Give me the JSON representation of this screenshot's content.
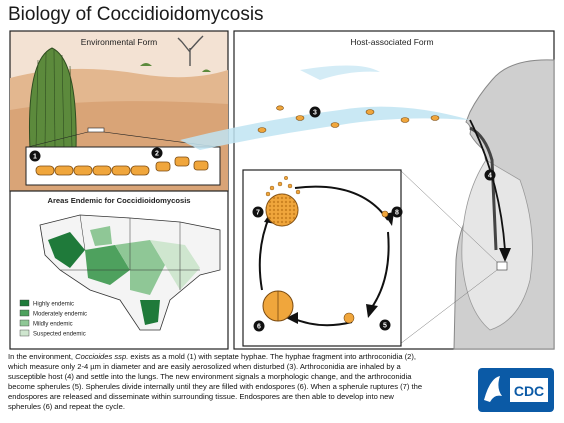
{
  "title": "Biology of Coccidioidomycosis",
  "panels": {
    "environmental": "Environmental Form",
    "host": "Host-associated Form",
    "endemic": "Areas Endemic for Coccidioidomycosis"
  },
  "legend": [
    {
      "label": "Highly endemic",
      "color": "#1f7a3a"
    },
    {
      "label": "Moderately endemic",
      "color": "#4ea15e"
    },
    {
      "label": "Mildly endemic",
      "color": "#8fc796"
    },
    {
      "label": "Suspected endemic",
      "color": "#cfe6cf"
    }
  ],
  "steps": [
    "1",
    "2",
    "3",
    "4",
    "5",
    "6",
    "7",
    "8"
  ],
  "caption": {
    "p1": "In the environment, ",
    "p1_em": "Coccioides ssp.",
    "p2": " exists as a mold (1) with septate hyphae.  The hyphae fragment into arthroconidia (2), which measure only 2-4 µm in diameter and are easily aerosolized when disturbed (3).  Arthroconidia are inhaled by a susceptible host (4) and settle into the lungs.  The new environment signals a morphologic change, and the arthroconidia become spherules (5).  Spherules divide internally until they are filled with endospores (6).  When a spherule ruptures (7) the endospores are released and disseminate within surrounding tissue.  Endospores are then able to develop into new spherules (6) and repeat the cycle."
  },
  "logo_text": "CDC",
  "colors": {
    "sand": "#e9b98a",
    "sky": "#f5e6da",
    "cactus": "#5c8a3c",
    "spore": "#f0a63c",
    "logo": "#0b5aa6"
  }
}
